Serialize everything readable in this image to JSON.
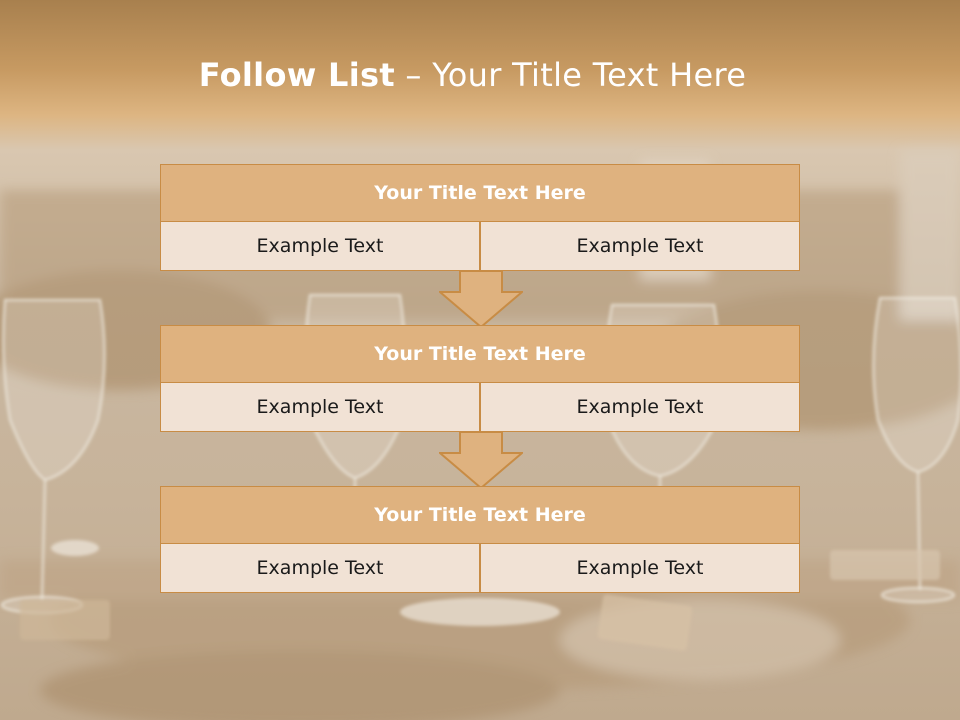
{
  "slide": {
    "title_bold": "Follow List",
    "title_rest": "  – Your Title Text Here"
  },
  "steps": [
    {
      "header": "Your Title Text Here",
      "left": "Example Text",
      "right": "Example Text"
    },
    {
      "header": "Your Title Text Here",
      "left": "Example Text",
      "right": "Example Text"
    },
    {
      "header": "Your Title Text Here",
      "left": "Example Text",
      "right": "Example Text"
    }
  ],
  "colors": {
    "header_fill": "#dfb27f",
    "cell_fill": "#f1e2d5",
    "border": "#c88c45",
    "arrow_fill": "#dfb27f"
  }
}
